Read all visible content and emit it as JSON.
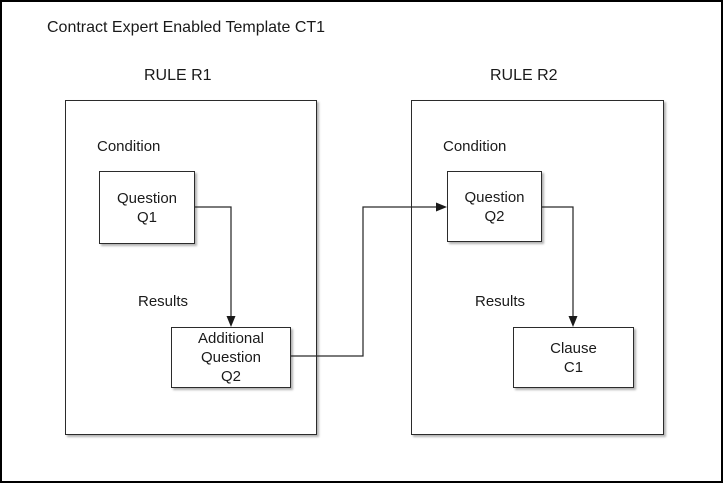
{
  "title": "Contract Expert Enabled Template CT1",
  "rules": [
    {
      "name": "RULE R1",
      "condition_label": "Condition",
      "results_label": "Results",
      "condition_node": {
        "id": "question-q1",
        "lines": [
          "Question",
          "Q1"
        ]
      },
      "results_node": {
        "id": "additional-question-q2",
        "lines": [
          "Additional",
          "Question",
          "Q2"
        ]
      }
    },
    {
      "name": "RULE R2",
      "condition_label": "Condition",
      "results_label": "Results",
      "condition_node": {
        "id": "question-q2",
        "lines": [
          "Question",
          "Q2"
        ]
      },
      "results_node": {
        "id": "clause-c1",
        "lines": [
          "Clause",
          "C1"
        ]
      }
    }
  ],
  "connections": [
    {
      "from": "question-q1",
      "to": "additional-question-q2"
    },
    {
      "from": "additional-question-q2",
      "to": "question-q2"
    },
    {
      "from": "question-q2",
      "to": "clause-c1"
    }
  ],
  "colors": {
    "background": "#ffffff",
    "border": "#000000",
    "line": "#2b2b2b",
    "text": "#1a1a1a"
  }
}
